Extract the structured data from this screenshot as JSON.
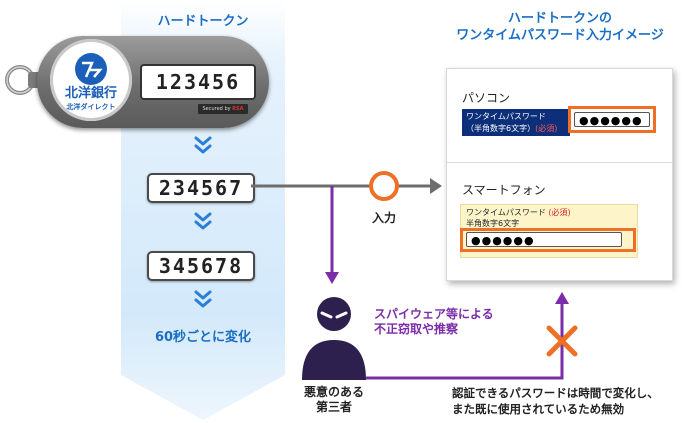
{
  "token_section": {
    "header": "ハードトークン",
    "bank_name": "北洋銀行",
    "bank_sub": "北洋ダイレクト",
    "secured_by": "Secured by",
    "rsa": "RSA",
    "codes": [
      "123456",
      "234567",
      "345678"
    ],
    "change_note": "60秒ごとに変化"
  },
  "image_section": {
    "header_line1": "ハードトークンの",
    "header_line2": "ワンタイムパスワード入力イメージ",
    "pc": {
      "label": "パソコン",
      "field_line1": "ワンタイムパスワード",
      "field_line2": "（半角数字6文字）",
      "required": "(必須)",
      "masked_value": "●●●●●●"
    },
    "smartphone": {
      "label": "スマートフォン",
      "field_line1": "ワンタイムパスワード",
      "required": "(必須)",
      "field_line2": "半角数字6文字",
      "masked_value": "●●●●●●"
    }
  },
  "flow": {
    "input_label": "入力",
    "spyware_line1": "スパイウェア等による",
    "spyware_line2": "不正窃取や推察",
    "attacker_line1": "悪意のある",
    "attacker_line2": "第三者",
    "invalid_line1": "認証できるパスワードは時間で変化し、",
    "invalid_line2": "また既に使用されているため無効"
  },
  "colors": {
    "blue_accent": "#1a6fc4",
    "orange": "#ee7026",
    "purple": "#7b2ca8",
    "attacker": "#2d1f4e"
  }
}
